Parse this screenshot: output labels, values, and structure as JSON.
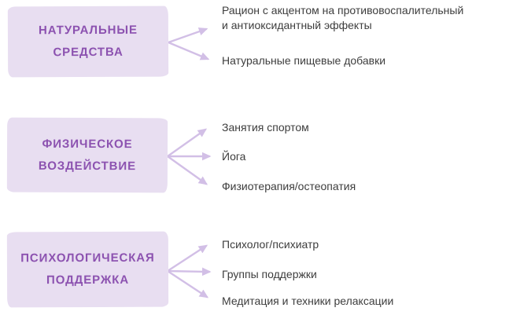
{
  "diagram": {
    "sections": [
      {
        "id": "natural-remedies",
        "title_lines": [
          "НАТУРАЛЬНЫЕ",
          "СРЕДСТВА"
        ],
        "items": [
          {
            "lines": [
              "Рацион с акцентом на противовоспалительный",
              "и антиоксидантный эффекты"
            ]
          },
          {
            "lines": [
              "Натуральные пищевые добавки"
            ]
          }
        ]
      },
      {
        "id": "physical-impact",
        "title_lines": [
          "ФИЗИЧЕСКОЕ",
          "ВОЗДЕЙСТВИЕ"
        ],
        "items": [
          {
            "lines": [
              "Занятия спортом"
            ]
          },
          {
            "lines": [
              "Йога"
            ]
          },
          {
            "lines": [
              "Физиотерапия/остеопатия"
            ]
          }
        ]
      },
      {
        "id": "psychological-support",
        "title_lines": [
          "ПСИХОЛОГИЧЕСКАЯ",
          "ПОДДЕРЖКА"
        ],
        "items": [
          {
            "lines": [
              "Психолог/психиатр"
            ]
          },
          {
            "lines": [
              "Группы поддержки"
            ]
          },
          {
            "lines": [
              "Медитация и техники релаксации"
            ]
          }
        ]
      }
    ],
    "colors": {
      "background": "#ffffff",
      "box_fill": "#e8def1",
      "box_title_text": "#8c52b0",
      "arrow": "#d2bfe6",
      "item_text": "#3d3d3d"
    }
  }
}
